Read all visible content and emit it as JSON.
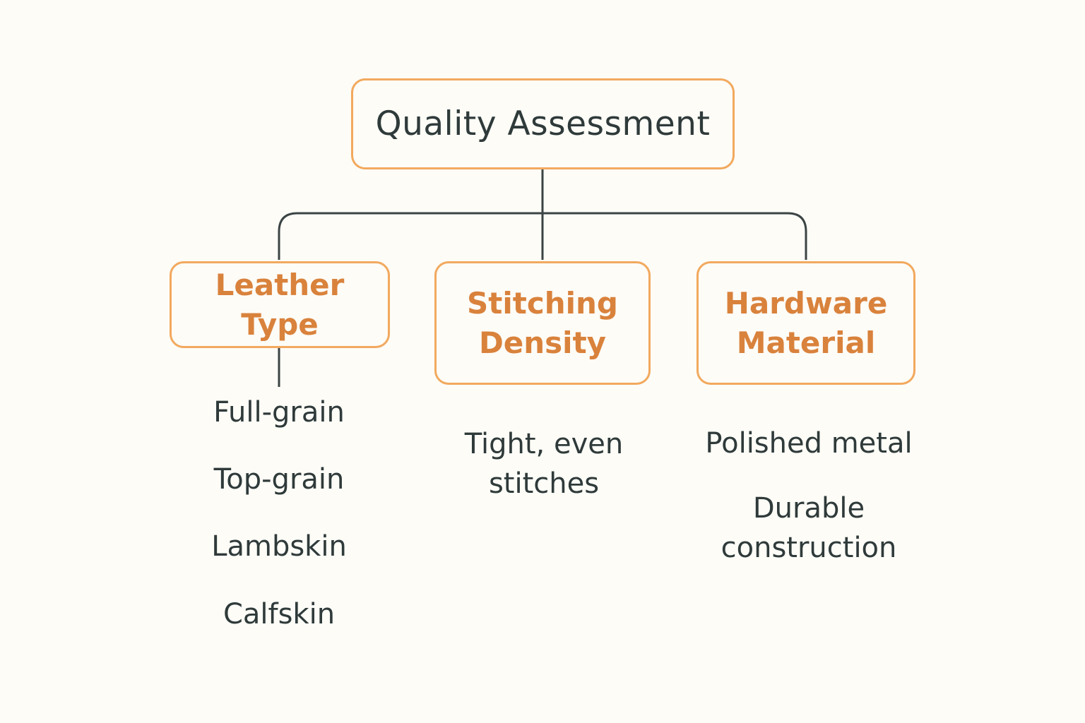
{
  "diagram": {
    "root": {
      "label": "Quality Assessment"
    },
    "categories": [
      {
        "label": "Leather Type",
        "items": [
          "Full-grain",
          "Top-grain",
          "Lambskin",
          "Calfskin"
        ]
      },
      {
        "label": "Stitching\nDensity",
        "items": [
          "Tight, even\nstitches"
        ]
      },
      {
        "label": "Hardware\nMaterial",
        "items": [
          "Polished metal",
          "Durable\nconstruction"
        ]
      }
    ]
  },
  "colors": {
    "background": "#fdfcf7",
    "box_border": "#f2a95e",
    "category_text": "#d9823c",
    "body_text": "#2f3a3a",
    "connector": "#3b4444"
  }
}
